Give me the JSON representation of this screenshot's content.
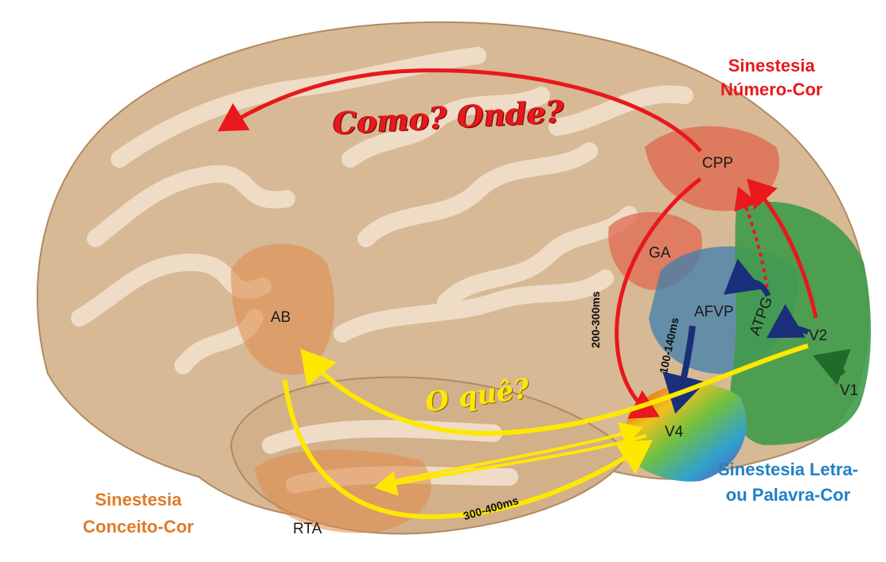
{
  "titles": {
    "numero_cor": [
      "Sinestesia",
      "Número-Cor"
    ],
    "letra_cor": [
      "Sinestesia Letra-",
      "ou Palavra-Cor"
    ],
    "conceito_cor": [
      "Sinestesia",
      "Conceito-Cor"
    ]
  },
  "questions": {
    "como_onde": "Como? Onde?",
    "o_que": "O quê?"
  },
  "regions": {
    "cpp": "CPP",
    "ga": "GA",
    "afvp": "AFVP",
    "atpg": "ATPG",
    "v1": "V1",
    "v2": "V2",
    "v4": "V4",
    "ab": "AB",
    "rta": "RTA"
  },
  "timings": {
    "t200_300": "200-300ms",
    "t100_140": "100-140ms",
    "t300_400": "300-400ms"
  },
  "colors": {
    "brain_fill": "#d7b995",
    "gyri_fill": "#eedcc6",
    "red_path": "#e8181c",
    "yellow_path": "#ffe800",
    "blue_path": "#1b2e7a",
    "green_area": "#3f9b4a",
    "blue_area": "#3d7fae",
    "orange_area": "#e08a4a"
  }
}
